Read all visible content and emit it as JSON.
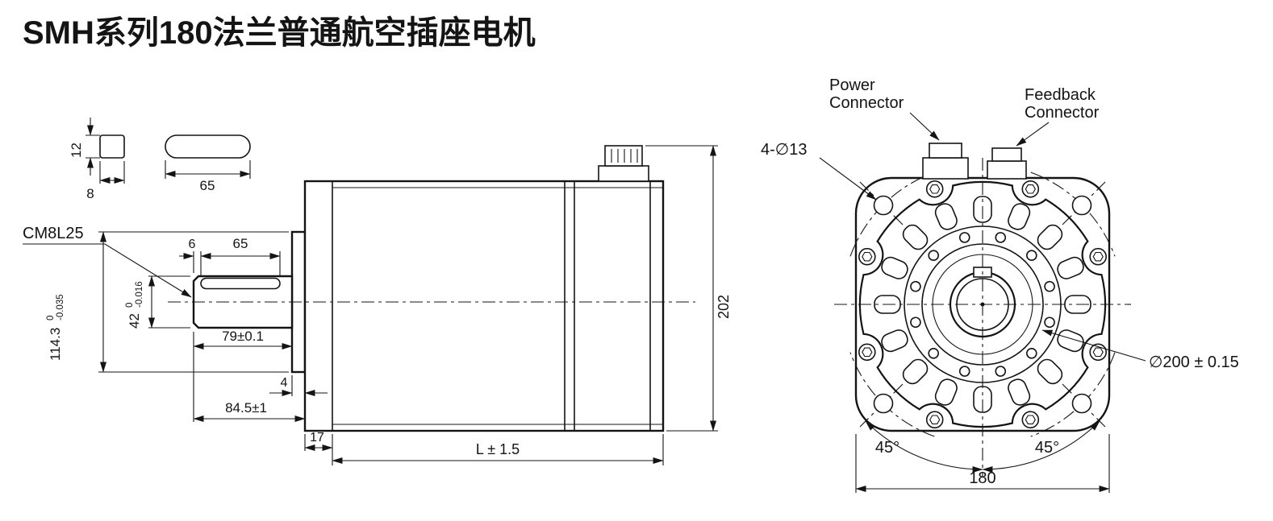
{
  "title": "SMH系列180法兰普通航空插座电机",
  "colors": {
    "line": "#141414",
    "background": "#ffffff"
  },
  "key_detail": {
    "key_height": "12",
    "key_width": "8",
    "slot_length": "65"
  },
  "side_view": {
    "center_hole_label": "CM8L25",
    "keyway_offset": "6",
    "keyway_length": "65",
    "pilot_dia": "114.3",
    "pilot_tol_upper": "0",
    "pilot_tol_lower": "-0.035",
    "shaft_dia": "42",
    "shaft_tol_upper": "0",
    "shaft_tol_lower": "-0.016",
    "shaft_length": "79±0.1",
    "boss_thickness": "4",
    "shaft_total": "84.5±1",
    "flange_thickness": "17",
    "body_length": "L ± 1.5",
    "total_height": "202"
  },
  "front_view": {
    "power_connector_line1": "Power",
    "power_connector_line2": "Connector",
    "feedback_connector_line1": "Feedback",
    "feedback_connector_line2": "Connector",
    "mount_holes": "4-∅13",
    "bolt_circle": "∅200 ± 0.15",
    "angle_left": "45°",
    "angle_right": "45°",
    "flange_width": "180"
  }
}
